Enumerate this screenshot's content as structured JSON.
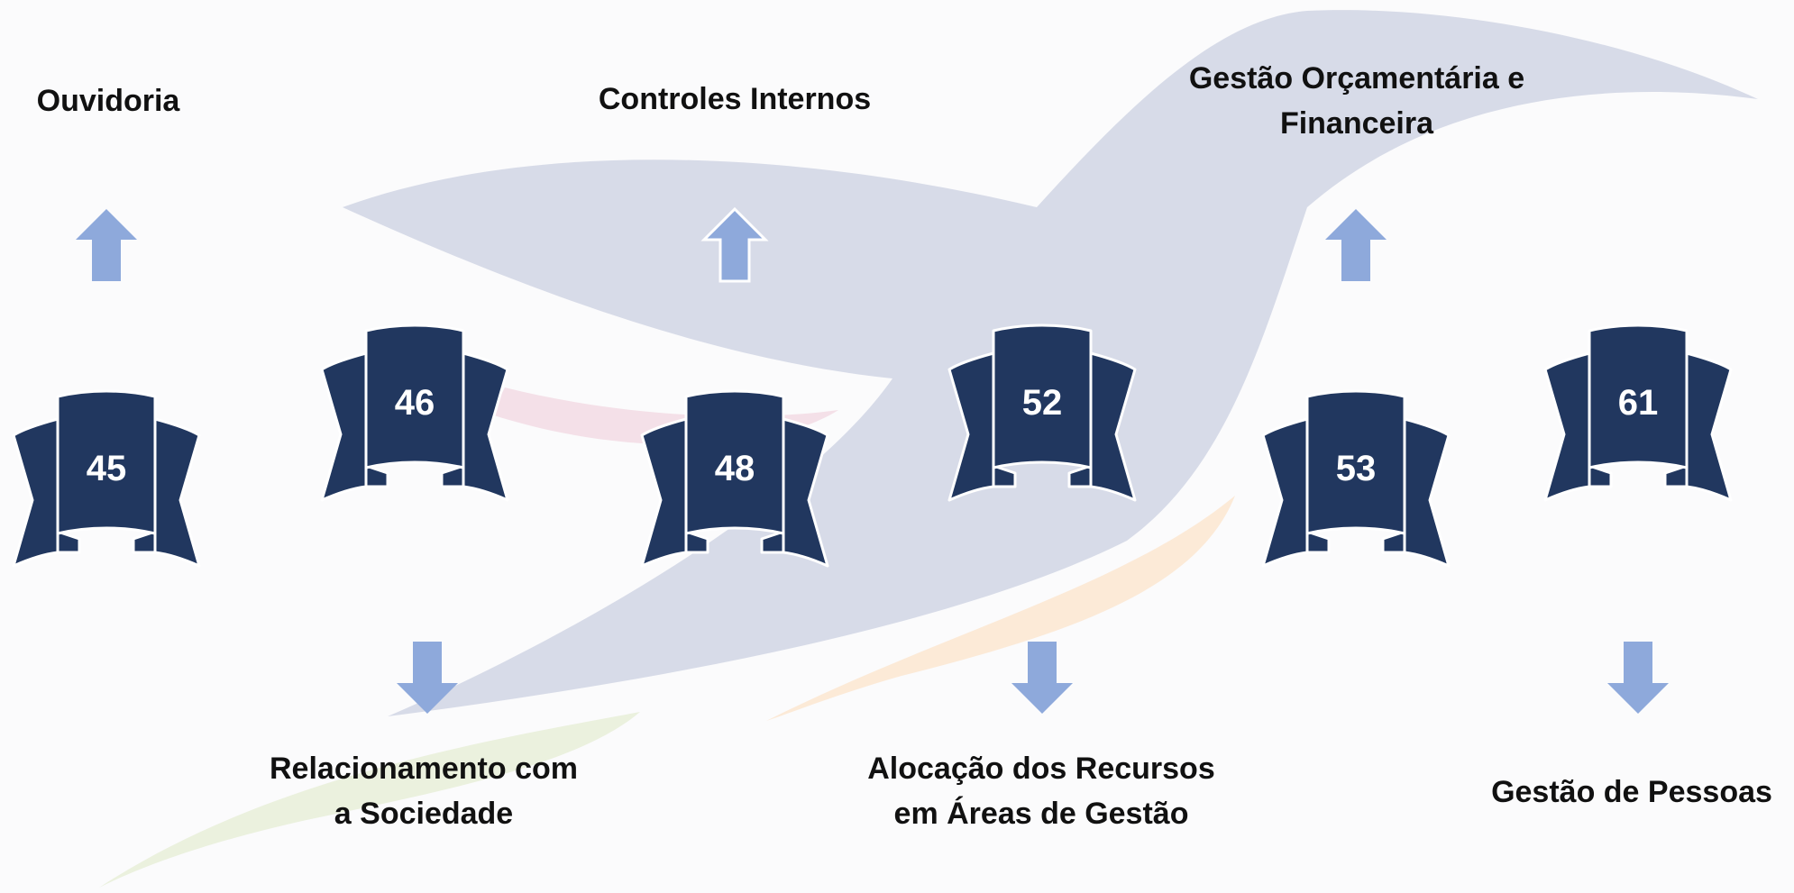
{
  "colors": {
    "badge_fill": "#21375f",
    "badge_stroke": "#ffffff",
    "arrow_fill": "#8ea9db",
    "bird_fill": "#d3d7e6",
    "label_color": "#111111"
  },
  "badges": [
    {
      "id": "b45",
      "number": "45"
    },
    {
      "id": "b46",
      "number": "46"
    },
    {
      "id": "b48",
      "number": "48"
    },
    {
      "id": "b52",
      "number": "52"
    },
    {
      "id": "b53",
      "number": "53"
    },
    {
      "id": "b61",
      "number": "61"
    }
  ],
  "labels": {
    "ouvidoria": "Ouvidoria",
    "controles": "Controles Internos",
    "gestao_orc_1": "Gestão Orçamentária e",
    "gestao_orc_2": "Financeira",
    "relacionamento_1": "Relacionamento com",
    "relacionamento_2": "a Sociedade",
    "alocacao_1": "Alocação dos Recursos",
    "alocacao_2": "em Áreas de Gestão",
    "pessoas": "Gestão de Pessoas"
  }
}
